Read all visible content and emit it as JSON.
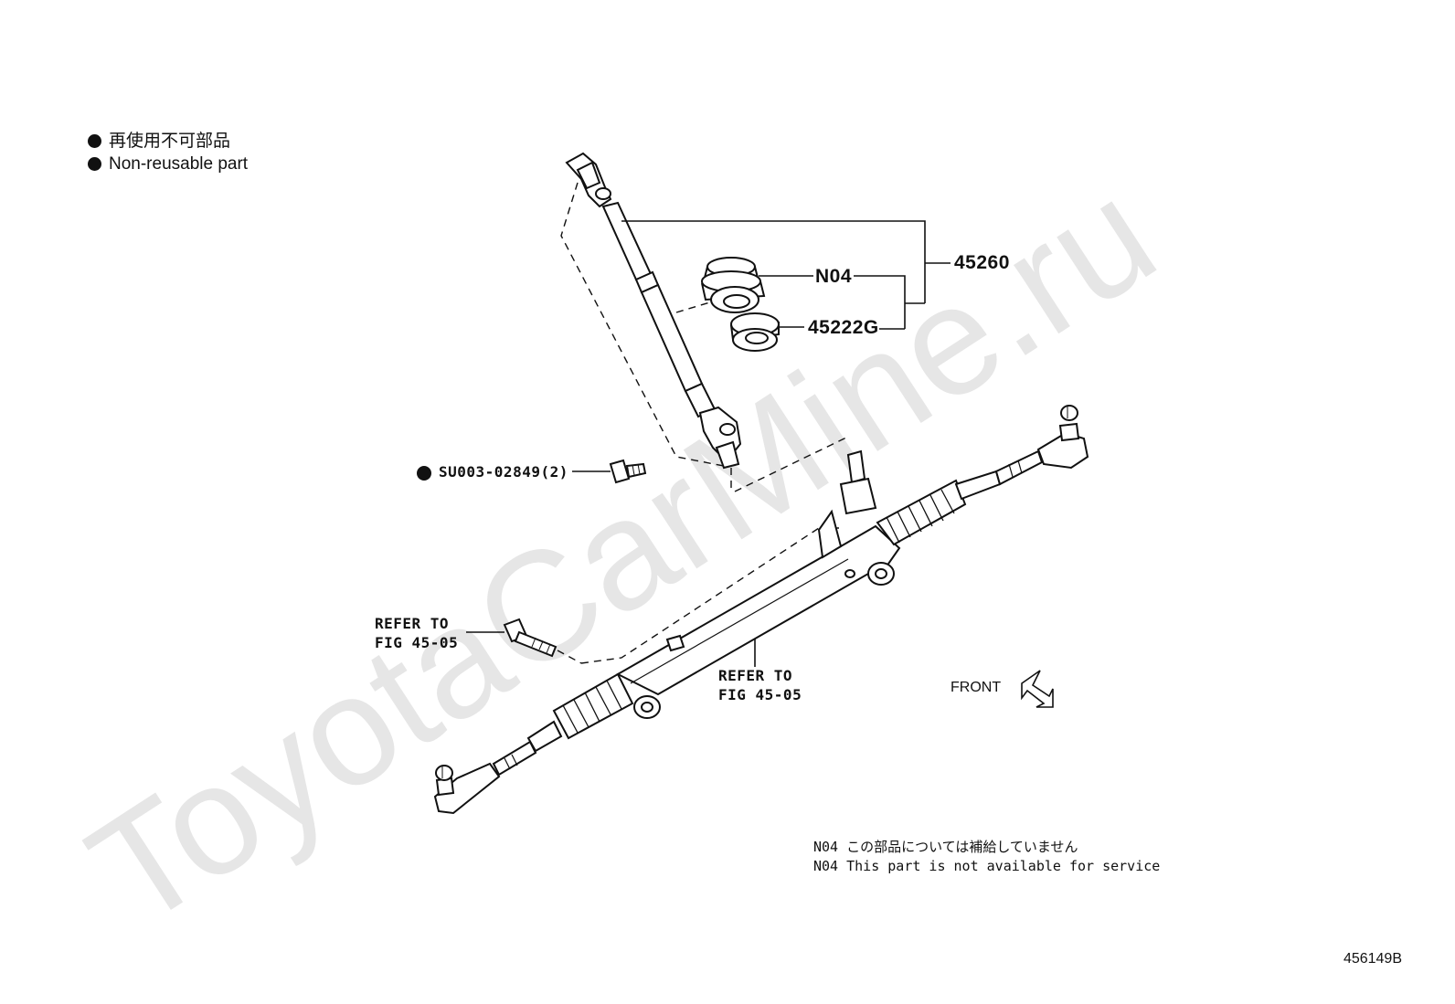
{
  "legend": {
    "items": [
      {
        "text": "再使用不可部品"
      },
      {
        "text": "Non-reusable part"
      }
    ]
  },
  "watermark": {
    "text": "ToyotaCarMine.ru",
    "color": "#e6e6e6"
  },
  "parts": {
    "assembly": {
      "number": "45260"
    },
    "boot": {
      "number": "N04"
    },
    "seal": {
      "number": "45222G"
    },
    "bolt": {
      "number": "SU003-02849(2)"
    }
  },
  "refs": {
    "bolt_ref": {
      "line1": "REFER TO",
      "line2": "FIG 45-05"
    },
    "rack_ref": {
      "line1": "REFER TO",
      "line2": "FIG 45-05"
    }
  },
  "front": {
    "label": "FRONT"
  },
  "note": {
    "line1": "N04 この部品については補給していません",
    "line2": "N04 This part is not available for service"
  },
  "figure_code": "456149B"
}
